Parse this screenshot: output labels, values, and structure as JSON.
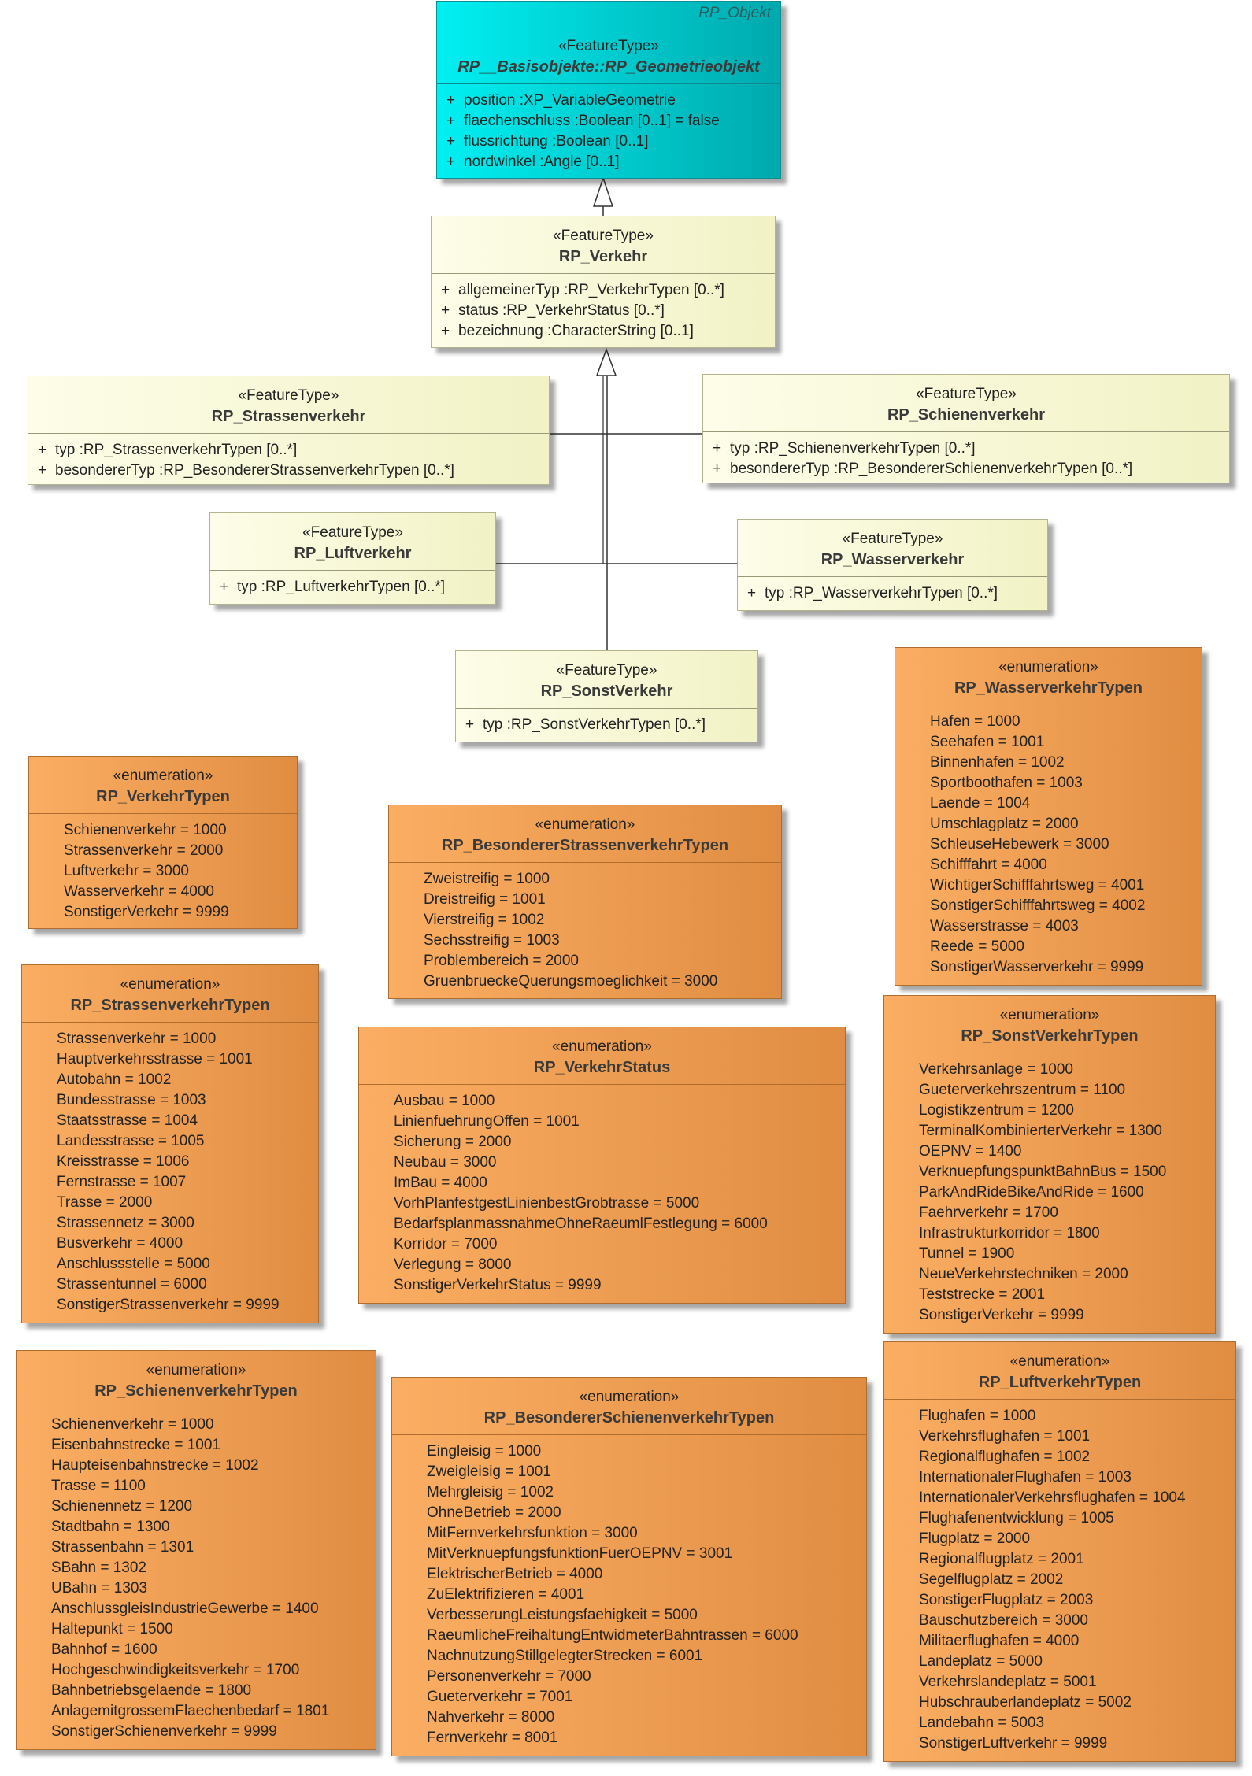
{
  "feature_types": {
    "objekt": {
      "tag": "RP_Objekt",
      "stereotype": "«FeatureType»",
      "name": "RP__Basisobjekte::RP_Geometrieobjekt",
      "attributes": [
        "position  :XP_VariableGeometrie",
        "flaechenschluss  :Boolean [0..1] = false",
        "flussrichtung  :Boolean [0..1]",
        "nordwinkel  :Angle [0..1]"
      ]
    },
    "verkehr": {
      "stereotype": "«FeatureType»",
      "name": "RP_Verkehr",
      "attributes": [
        "allgemeinerTyp  :RP_VerkehrTypen [0..*]",
        "status  :RP_VerkehrStatus [0..*]",
        "bezeichnung  :CharacterString [0..1]"
      ]
    },
    "strassen": {
      "stereotype": "«FeatureType»",
      "name": "RP_Strassenverkehr",
      "attributes": [
        "typ  :RP_StrassenverkehrTypen [0..*]",
        "besondererTyp  :RP_BesondererStrassenverkehrTypen [0..*]"
      ]
    },
    "schienen": {
      "stereotype": "«FeatureType»",
      "name": "RP_Schienenverkehr",
      "attributes": [
        "typ  :RP_SchienenverkehrTypen [0..*]",
        "besondererTyp  :RP_BesondererSchienenverkehrTypen [0..*]"
      ]
    },
    "luft": {
      "stereotype": "«FeatureType»",
      "name": "RP_Luftverkehr",
      "attributes": [
        "typ  :RP_LuftverkehrTypen [0..*]"
      ]
    },
    "wasser": {
      "stereotype": "«FeatureType»",
      "name": "RP_Wasserverkehr",
      "attributes": [
        "typ  :RP_WasserverkehrTypen [0..*]"
      ]
    },
    "sonst": {
      "stereotype": "«FeatureType»",
      "name": "RP_SonstVerkehr",
      "attributes": [
        "typ  :RP_SonstVerkehrTypen [0..*]"
      ]
    }
  },
  "plus_sign": "+",
  "enumerations": {
    "verkehr_typen": {
      "stereotype": "«enumeration»",
      "name": "RP_VerkehrTypen",
      "values": [
        "Schienenverkehr = 1000",
        "Strassenverkehr = 2000",
        "Luftverkehr = 3000",
        "Wasserverkehr = 4000",
        "SonstigerVerkehr = 9999"
      ]
    },
    "besonderer_strassen": {
      "stereotype": "«enumeration»",
      "name": "RP_BesondererStrassenverkehrTypen",
      "values": [
        "Zweistreifig = 1000",
        "Dreistreifig = 1001",
        "Vierstreifig = 1002",
        "Sechsstreifig = 1003",
        "Problembereich = 2000",
        "GruenbrueckeQuerungsmoeglichkeit = 3000"
      ]
    },
    "wasser_typen": {
      "stereotype": "«enumeration»",
      "name": "RP_WasserverkehrTypen",
      "values": [
        "Hafen = 1000",
        "Seehafen = 1001",
        "Binnenhafen = 1002",
        "Sportboothafen = 1003",
        "Laende = 1004",
        "Umschlagplatz = 2000",
        "SchleuseHebewerk = 3000",
        "Schifffahrt = 4000",
        "WichtigerSchifffahrtsweg = 4001",
        "SonstigerSchifffahrtsweg = 4002",
        "Wasserstrasse = 4003",
        "Reede = 5000",
        "SonstigerWasserverkehr = 9999"
      ]
    },
    "strassen_typen": {
      "stereotype": "«enumeration»",
      "name": "RP_StrassenverkehrTypen",
      "values": [
        "Strassenverkehr = 1000",
        "Hauptverkehrsstrasse = 1001",
        "Autobahn = 1002",
        "Bundesstrasse = 1003",
        "Staatsstrasse = 1004",
        "Landesstrasse = 1005",
        "Kreisstrasse = 1006",
        "Fernstrasse = 1007",
        "Trasse = 2000",
        "Strassennetz = 3000",
        "Busverkehr = 4000",
        "Anschlussstelle = 5000",
        "Strassentunnel = 6000",
        "SonstigerStrassenverkehr = 9999"
      ]
    },
    "verkehr_status": {
      "stereotype": "«enumeration»",
      "name": "RP_VerkehrStatus",
      "values": [
        "Ausbau = 1000",
        "LinienfuehrungOffen = 1001",
        "Sicherung = 2000",
        "Neubau = 3000",
        "ImBau = 4000",
        "VorhPlanfestgestLinienbestGrobtrasse = 5000",
        "BedarfsplanmassnahmeOhneRaeumlFestlegung = 6000",
        "Korridor = 7000",
        "Verlegung = 8000",
        "SonstigerVerkehrStatus = 9999"
      ]
    },
    "sonst_typen": {
      "stereotype": "«enumeration»",
      "name": "RP_SonstVerkehrTypen",
      "values": [
        "Verkehrsanlage = 1000",
        "Gueterverkehrszentrum = 1100",
        "Logistikzentrum = 1200",
        "TerminalKombinierterVerkehr = 1300",
        "OEPNV = 1400",
        "VerknuepfungspunktBahnBus = 1500",
        "ParkAndRideBikeAndRide = 1600",
        "Faehrverkehr = 1700",
        "Infrastrukturkorridor = 1800",
        "Tunnel = 1900",
        "NeueVerkehrstechniken = 2000",
        "Teststrecke = 2001",
        "SonstigerVerkehr = 9999"
      ]
    },
    "schienen_typen": {
      "stereotype": "«enumeration»",
      "name": "RP_SchienenverkehrTypen",
      "values": [
        "Schienenverkehr = 1000",
        "Eisenbahnstrecke = 1001",
        "Haupteisenbahnstrecke = 1002",
        "Trasse = 1100",
        "Schienennetz = 1200",
        "Stadtbahn = 1300",
        "Strassenbahn = 1301",
        "SBahn = 1302",
        "UBahn = 1303",
        "AnschlussgleisIndustrieGewerbe = 1400",
        "Haltepunkt = 1500",
        "Bahnhof = 1600",
        "Hochgeschwindigkeitsverkehr = 1700",
        "Bahnbetriebsgelaende = 1800",
        "AnlagemitgrossemFlaechenbedarf = 1801",
        "SonstigerSchienenverkehr = 9999"
      ]
    },
    "besonderer_schienen": {
      "stereotype": "«enumeration»",
      "name": "RP_BesondererSchienenverkehrTypen",
      "values": [
        "Eingleisig = 1000",
        "Zweigleisig = 1001",
        "Mehrgleisig = 1002",
        "OhneBetrieb = 2000",
        "MitFernverkehrsfunktion = 3000",
        "MitVerknuepfungsfunktionFuerOEPNV = 3001",
        "ElektrischerBetrieb = 4000",
        "ZuElektrifizieren = 4001",
        "VerbesserungLeistungsfaehigkeit = 5000",
        "RaeumlicheFreihaltungEntwidmeterBahntrassen = 6000",
        "NachnutzungStillgelegterStrecken = 6001",
        "Personenverkehr = 7000",
        "Gueterverkehr = 7001",
        "Nahverkehr = 8000",
        "Fernverkehr = 8001"
      ]
    },
    "luft_typen": {
      "stereotype": "«enumeration»",
      "name": "RP_LuftverkehrTypen",
      "values": [
        "Flughafen = 1000",
        "Verkehrsflughafen = 1001",
        "Regionalflughafen = 1002",
        "InternationalerFlughafen = 1003",
        "InternationalerVerkehrsflughafen = 1004",
        "Flughafenentwicklung = 1005",
        "Flugplatz = 2000",
        "Regionalflugplatz = 2001",
        "Segelflugplatz = 2002",
        "SonstigerFlugplatz = 2003",
        "Bauschutzbereich = 3000",
        "Militaerflughafen = 4000",
        "Landeplatz = 5000",
        "Verkehrslandeplatz = 5001",
        "Hubschrauberlandeplatz = 5002",
        "Landebahn = 5003",
        "SonstigerLuftverkehr = 9999"
      ]
    }
  }
}
